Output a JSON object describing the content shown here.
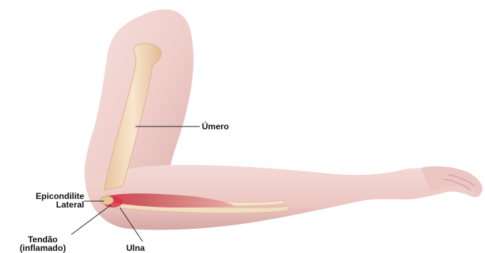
{
  "labels": {
    "umero": "Úmero",
    "epicondilite_line1": "Epicondilite",
    "epicondilite_line2": "Lateral",
    "tendao_line1": "Tendão",
    "tendao_line2": "(inflamado)",
    "ulna": "Ulna"
  },
  "colors": {
    "skin": "#f2d3cf",
    "skin_shadow": "#d8aaa6",
    "bone": "#f4dcc0",
    "bone_edge": "#d9b48d",
    "muscle": "#c9575a",
    "tendon_inflamed": "#d9334a"
  }
}
